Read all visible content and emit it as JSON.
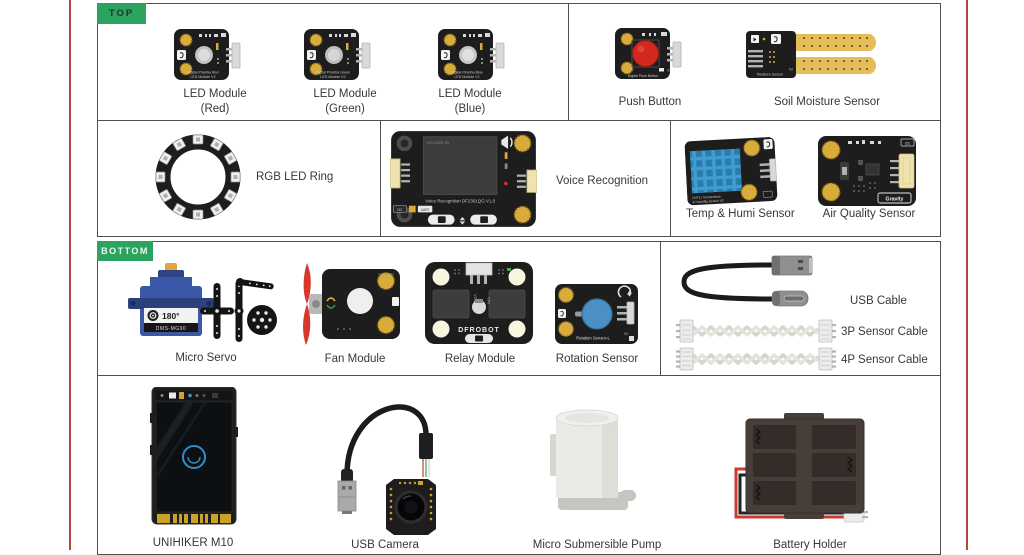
{
  "page": {
    "top_tag": "TOP",
    "bottom_tag": "BOTTOM"
  },
  "colors": {
    "accent_green": "#2aa45f",
    "edge_line_red": "#b8453a",
    "board_black": "#1d1d1d"
  },
  "items": {
    "led_red": {
      "label": "LED Module",
      "variant": "(Red)",
      "board_line1": "Digital Piranha Red",
      "board_line2": "LED Module V2"
    },
    "led_green": {
      "label": "LED Module",
      "variant": "(Green)",
      "board_line1": "Digital Piranha Green",
      "board_line2": "LED Module V2"
    },
    "led_blue": {
      "label": "LED Module",
      "variant": "(Blue)",
      "board_line1": "Digital Piranha Blue",
      "board_line2": "LED Module V2"
    },
    "push_button": {
      "label": "Push Button",
      "board_line1": "Digital Push Button",
      "board_v2": "V2"
    },
    "soil_moisture": {
      "label": "Soil Moisture Sensor",
      "board_line1": "Moisture Sensor",
      "board_v2": "V2"
    },
    "rgb_ring": {
      "label": "RGB LED Ring"
    },
    "voice_recognition": {
      "label": "Voice Recognition",
      "board_line1": "Voice Recognition DF2301QG V1.0",
      "chip_label": "WS-2520-TB",
      "port_i2c": "I2C",
      "port_uart": "UART"
    },
    "temp_humi": {
      "label": "Temp & Humi Sensor",
      "board_line1": "DHT11 Temperature",
      "board_line2": "& Humidity Sensor V2"
    },
    "air_quality": {
      "label": "Air Quality Sensor",
      "board_badge": "Gravity",
      "board_i2c": "I2C"
    },
    "micro_servo": {
      "label": "Micro Servo",
      "dial_text": "180°",
      "model_text": "DMS-MG90"
    },
    "fan_module": {
      "label": "Fan Module"
    },
    "relay_module": {
      "label": "Relay Module",
      "board_brand": "DFROBOT",
      "board_vout": "VOUT",
      "board_vin": "VIN"
    },
    "rotation_sensor": {
      "label": "Rotation Sensor",
      "board_line1": "Rotation Sensor-L",
      "board_v2": "V2"
    },
    "usb_cable": {
      "label": "USB Cable"
    },
    "cable_3p": {
      "label": "3P Sensor Cable"
    },
    "cable_4p": {
      "label": "4P Sensor Cable"
    },
    "unihiker": {
      "label": "UNIHIKER M10"
    },
    "usb_camera": {
      "label": "USB Camera"
    },
    "pump": {
      "label": "Micro Submersible Pump"
    },
    "battery_holder": {
      "label": "Battery Holder"
    }
  }
}
